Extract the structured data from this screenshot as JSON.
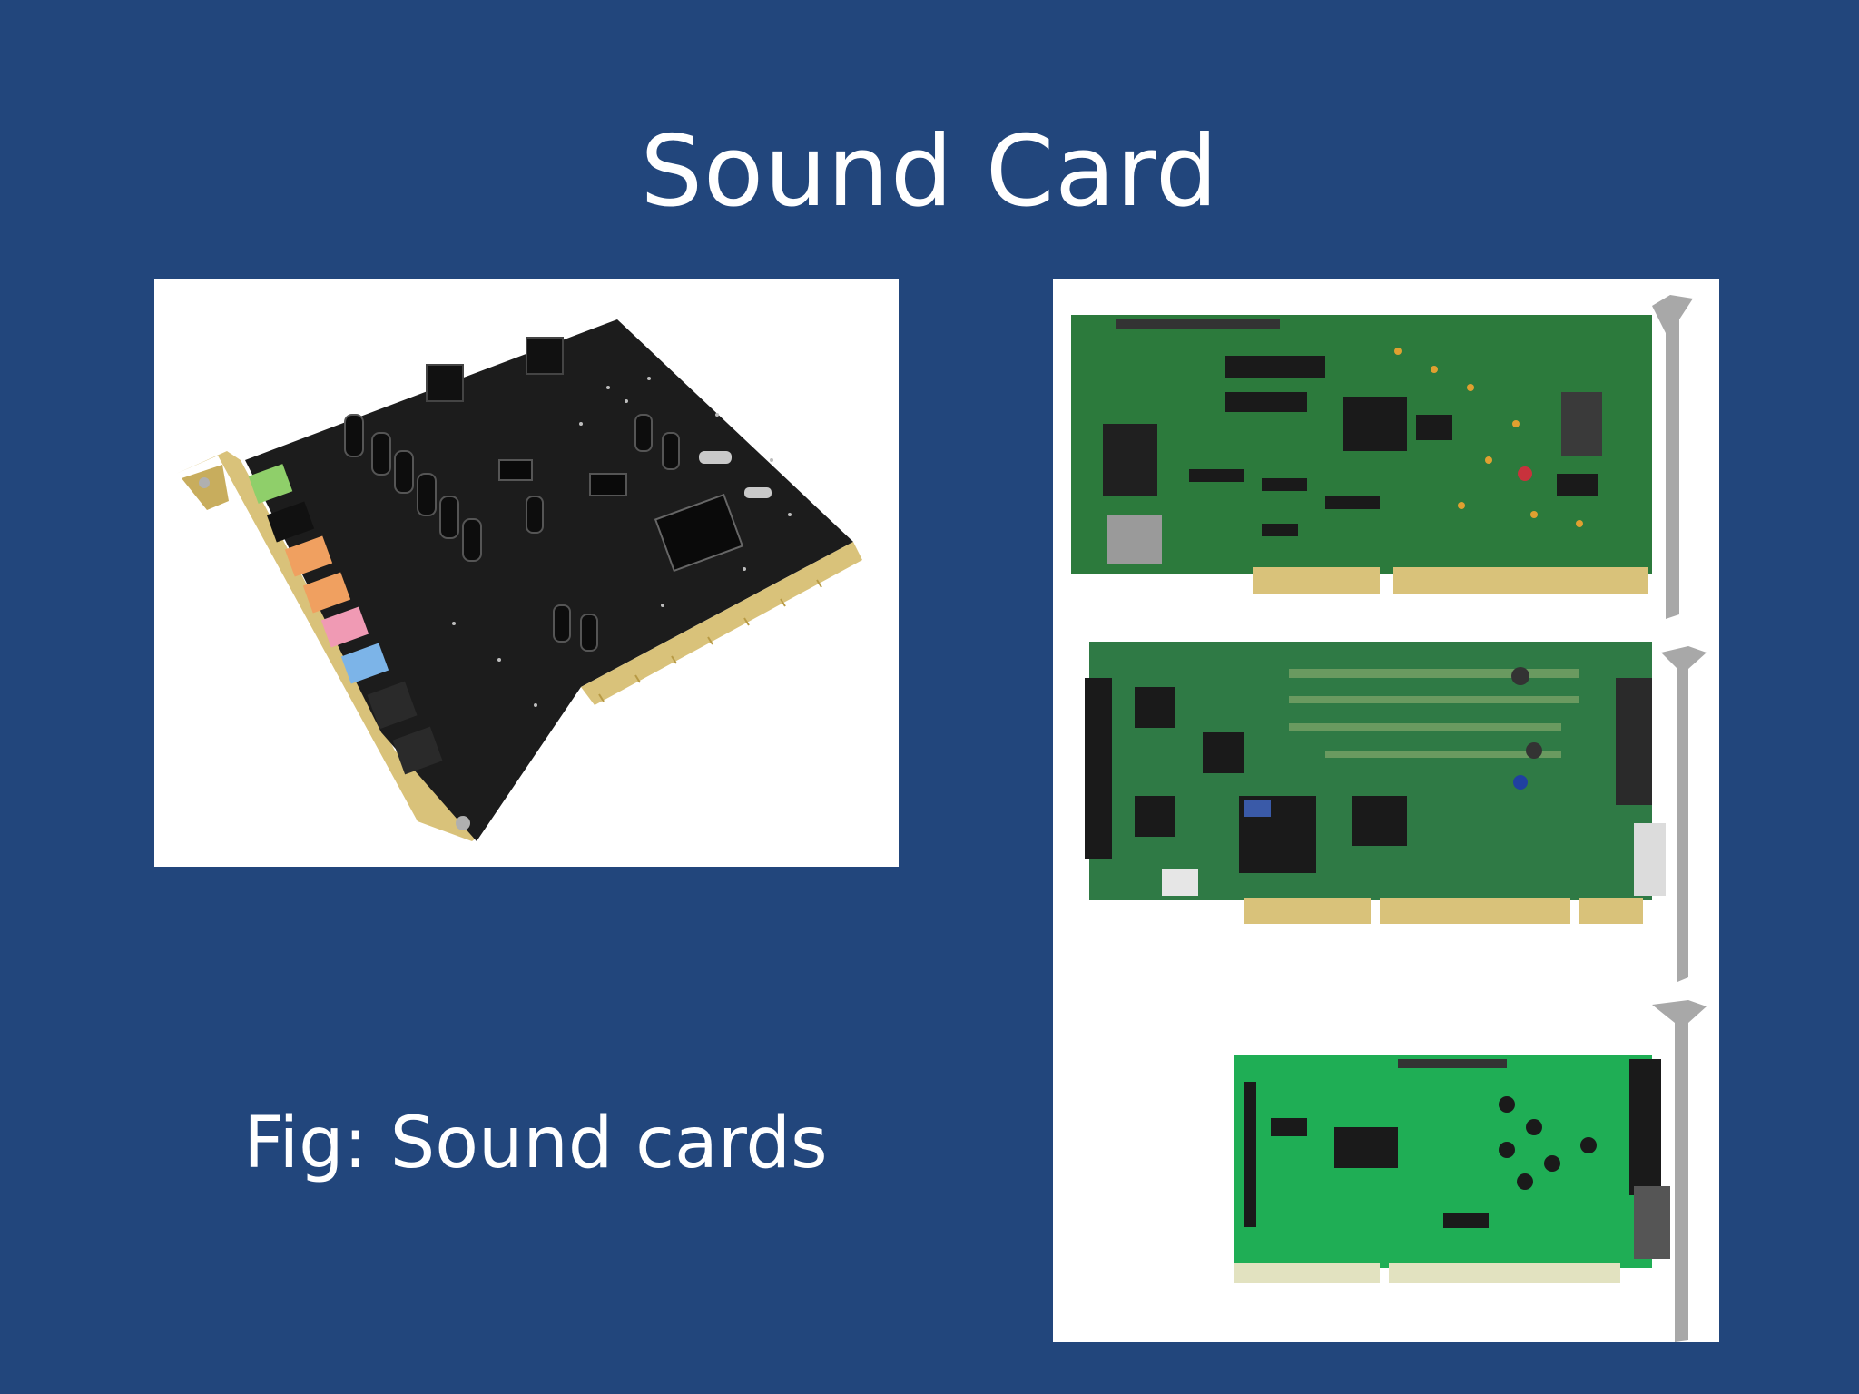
{
  "slide": {
    "title": "Sound Card",
    "caption": "Fig: Sound cards"
  },
  "images": {
    "left": {
      "subject": "pci-sound-card-photo"
    },
    "right": {
      "subject": "isa-sound-cards-photo"
    }
  },
  "colors": {
    "background": "#22467c",
    "text": "#ffffff",
    "pcb_black": "#1c1c1c",
    "pcb_green": "#2c7a3c",
    "gold": "#d9c27a"
  }
}
